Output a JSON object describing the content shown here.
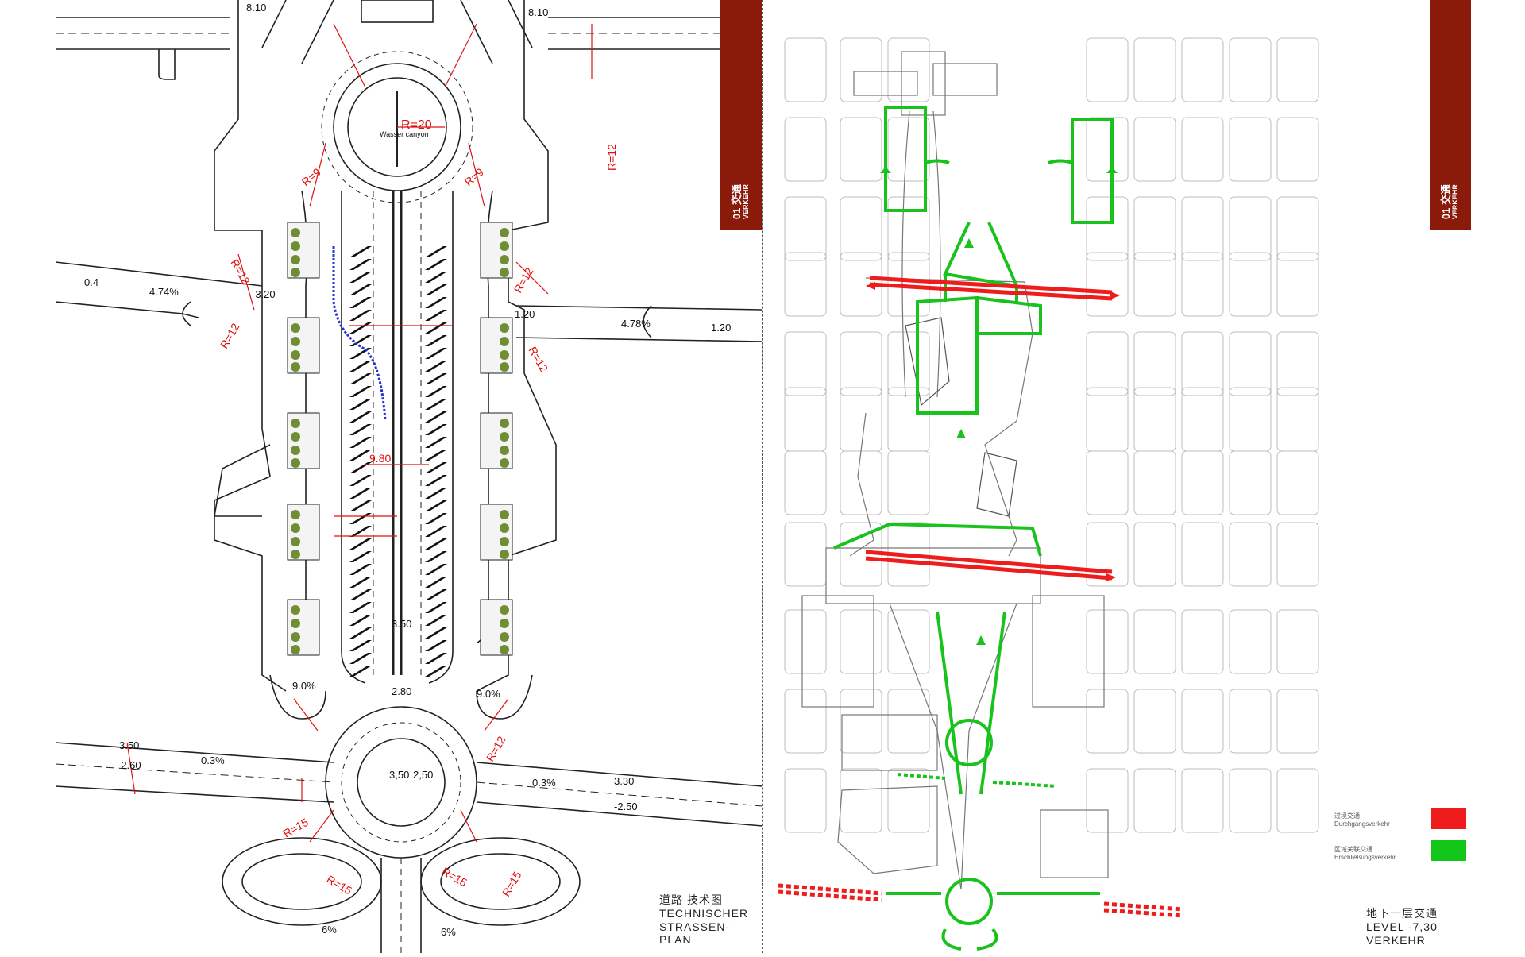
{
  "left": {
    "tab": {
      "num": "01",
      "num_small": "01",
      "zh": "交通",
      "de": "VERKEHR"
    },
    "caption": {
      "zh": "道路 技术图",
      "line1": "TECHNISCHER",
      "line2": "STRASSEN-",
      "line3": "PLAN"
    },
    "labels": {
      "r12_a": "R=12",
      "r12_b": "R=12",
      "r12_c": "R=12",
      "r12_d": "R=12",
      "r12_e": "R=12",
      "r12_f": "R=12",
      "r20": "R=20",
      "r9_a": "R=9",
      "r9_b": "R=9",
      "r15_a": "R=15",
      "r15_b": "R=15",
      "r15_c": "R=15",
      "r15_d": "R=15",
      "pct474": "4.74%",
      "pct478": "4.78%",
      "pct03_a": "0.3%",
      "pct03_b": "0.3%",
      "pct90_a": "9.0%",
      "pct90_b": "9.0%",
      "pct6_a": "6%",
      "pct6_b": "6%",
      "m320": "-3.20",
      "p120_a": "1.20",
      "p120_b": "1.20",
      "p04": "0.4",
      "p350_a": "3.50",
      "m260": "-2.60",
      "p350_b": "3,50",
      "p250_b": "2,50",
      "p330": "3.30",
      "m250": "-2.50",
      "p810_a": "8.10",
      "p810_b": "8.10",
      "p280": "2.80",
      "p350_c": "3.50",
      "p980": "9.80",
      "wasser": "Wasser canyon"
    }
  },
  "right": {
    "tab": {
      "num": "01",
      "num_small": "01",
      "zh": "交通",
      "de": "VERKEHR"
    },
    "legend": [
      {
        "zh": "过境交通",
        "de": "Durchgangsverkehr",
        "color": "#ee1c1c"
      },
      {
        "zh": "区域关联交通",
        "de": "Erschließungsverkehr",
        "color": "#12c61a"
      }
    ],
    "caption": {
      "zh": "地下一层交通",
      "line1": "LEVEL -7,30",
      "line2": "VERKEHR"
    }
  },
  "colors": {
    "tab": "#8a1a0a",
    "red_dim": "#e01010",
    "green_route": "#19c21d",
    "red_route": "#ee1c1c"
  }
}
